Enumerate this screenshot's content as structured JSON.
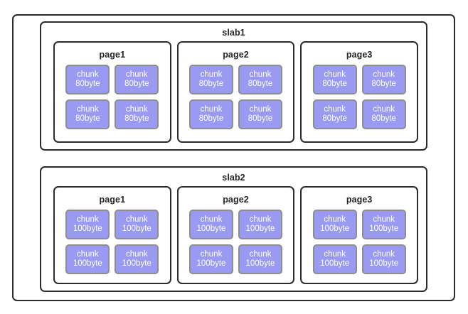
{
  "diagram": {
    "type": "slab-allocator-memory-layout",
    "background_color": "#ffffff",
    "border_color": "#2b2b2b",
    "chunk_fill_color": "#9a9af2",
    "chunk_border_color": "#8d8d8d",
    "chunk_text_color": "#ffffff",
    "label_text_color": "#262626",
    "slabs": [
      {
        "label": "slab1",
        "pages": [
          {
            "label": "page1",
            "chunks": [
              {
                "name": "chunk",
                "size": "80byte"
              },
              {
                "name": "chunk",
                "size": "80byte"
              },
              {
                "name": "chunk",
                "size": "80byte"
              },
              {
                "name": "chunk",
                "size": "80byte"
              }
            ]
          },
          {
            "label": "page2",
            "chunks": [
              {
                "name": "chunk",
                "size": "80byte"
              },
              {
                "name": "chunk",
                "size": "80byte"
              },
              {
                "name": "chunk",
                "size": "80byte"
              },
              {
                "name": "chunk",
                "size": "80byte"
              }
            ]
          },
          {
            "label": "page3",
            "chunks": [
              {
                "name": "chunk",
                "size": "80byte"
              },
              {
                "name": "chunk",
                "size": "80byte"
              },
              {
                "name": "chunk",
                "size": "80byte"
              },
              {
                "name": "chunk",
                "size": "80byte"
              }
            ]
          }
        ]
      },
      {
        "label": "slab2",
        "pages": [
          {
            "label": "page1",
            "chunks": [
              {
                "name": "chunk",
                "size": "100byte"
              },
              {
                "name": "chunk",
                "size": "100byte"
              },
              {
                "name": "chunk",
                "size": "100byte"
              },
              {
                "name": "chunk",
                "size": "100byte"
              }
            ]
          },
          {
            "label": "page2",
            "chunks": [
              {
                "name": "chunk",
                "size": "100byte"
              },
              {
                "name": "chunk",
                "size": "100byte"
              },
              {
                "name": "chunk",
                "size": "100byte"
              },
              {
                "name": "chunk",
                "size": "100byte"
              }
            ]
          },
          {
            "label": "page3",
            "chunks": [
              {
                "name": "chunk",
                "size": "100byte"
              },
              {
                "name": "chunk",
                "size": "100byte"
              },
              {
                "name": "chunk",
                "size": "100byte"
              },
              {
                "name": "chunk",
                "size": "100byte"
              }
            ]
          }
        ]
      }
    ]
  }
}
